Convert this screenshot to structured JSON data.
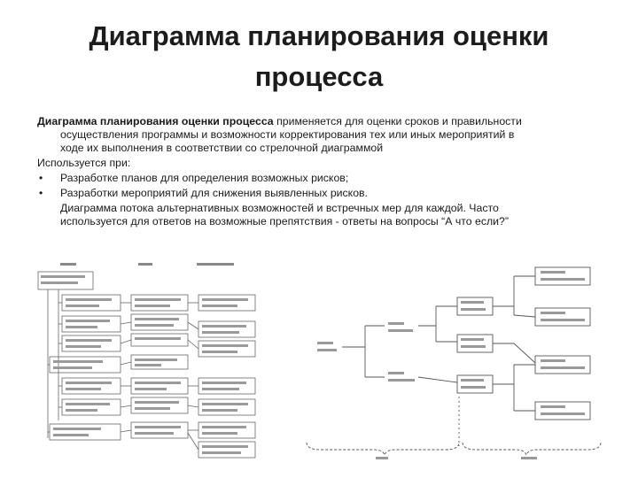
{
  "slide": {
    "title_line1": "Диаграмма планирования оценки",
    "title_line2": "процесса",
    "paragraph1_lead": "Диаграмма планирования оценки процесса",
    "paragraph1_rest_line1": " применяется для оценки сроков и правильности",
    "paragraph1_line2": "осуществления программы и возможности корректирования тех или иных мероприятий в",
    "paragraph1_line3": "ходе их выполнения в соответствии со стрелочной диаграммой",
    "uses_label": "Используется при:",
    "bullets": [
      "Разработке планов для определения возможных рисков;",
      "Разработки мероприятий для снижения выявленных рисков."
    ],
    "paragraph2_line1": "Диаграмма потока альтернативных возможностей и встречных мер для каждой. Часто",
    "paragraph2_line2": "используется для ответов на возможные препятствия - ответы на вопросы “А что если?”"
  },
  "colors": {
    "text": "#1a1a1a",
    "lines": "#555555",
    "background": "#ffffff"
  }
}
